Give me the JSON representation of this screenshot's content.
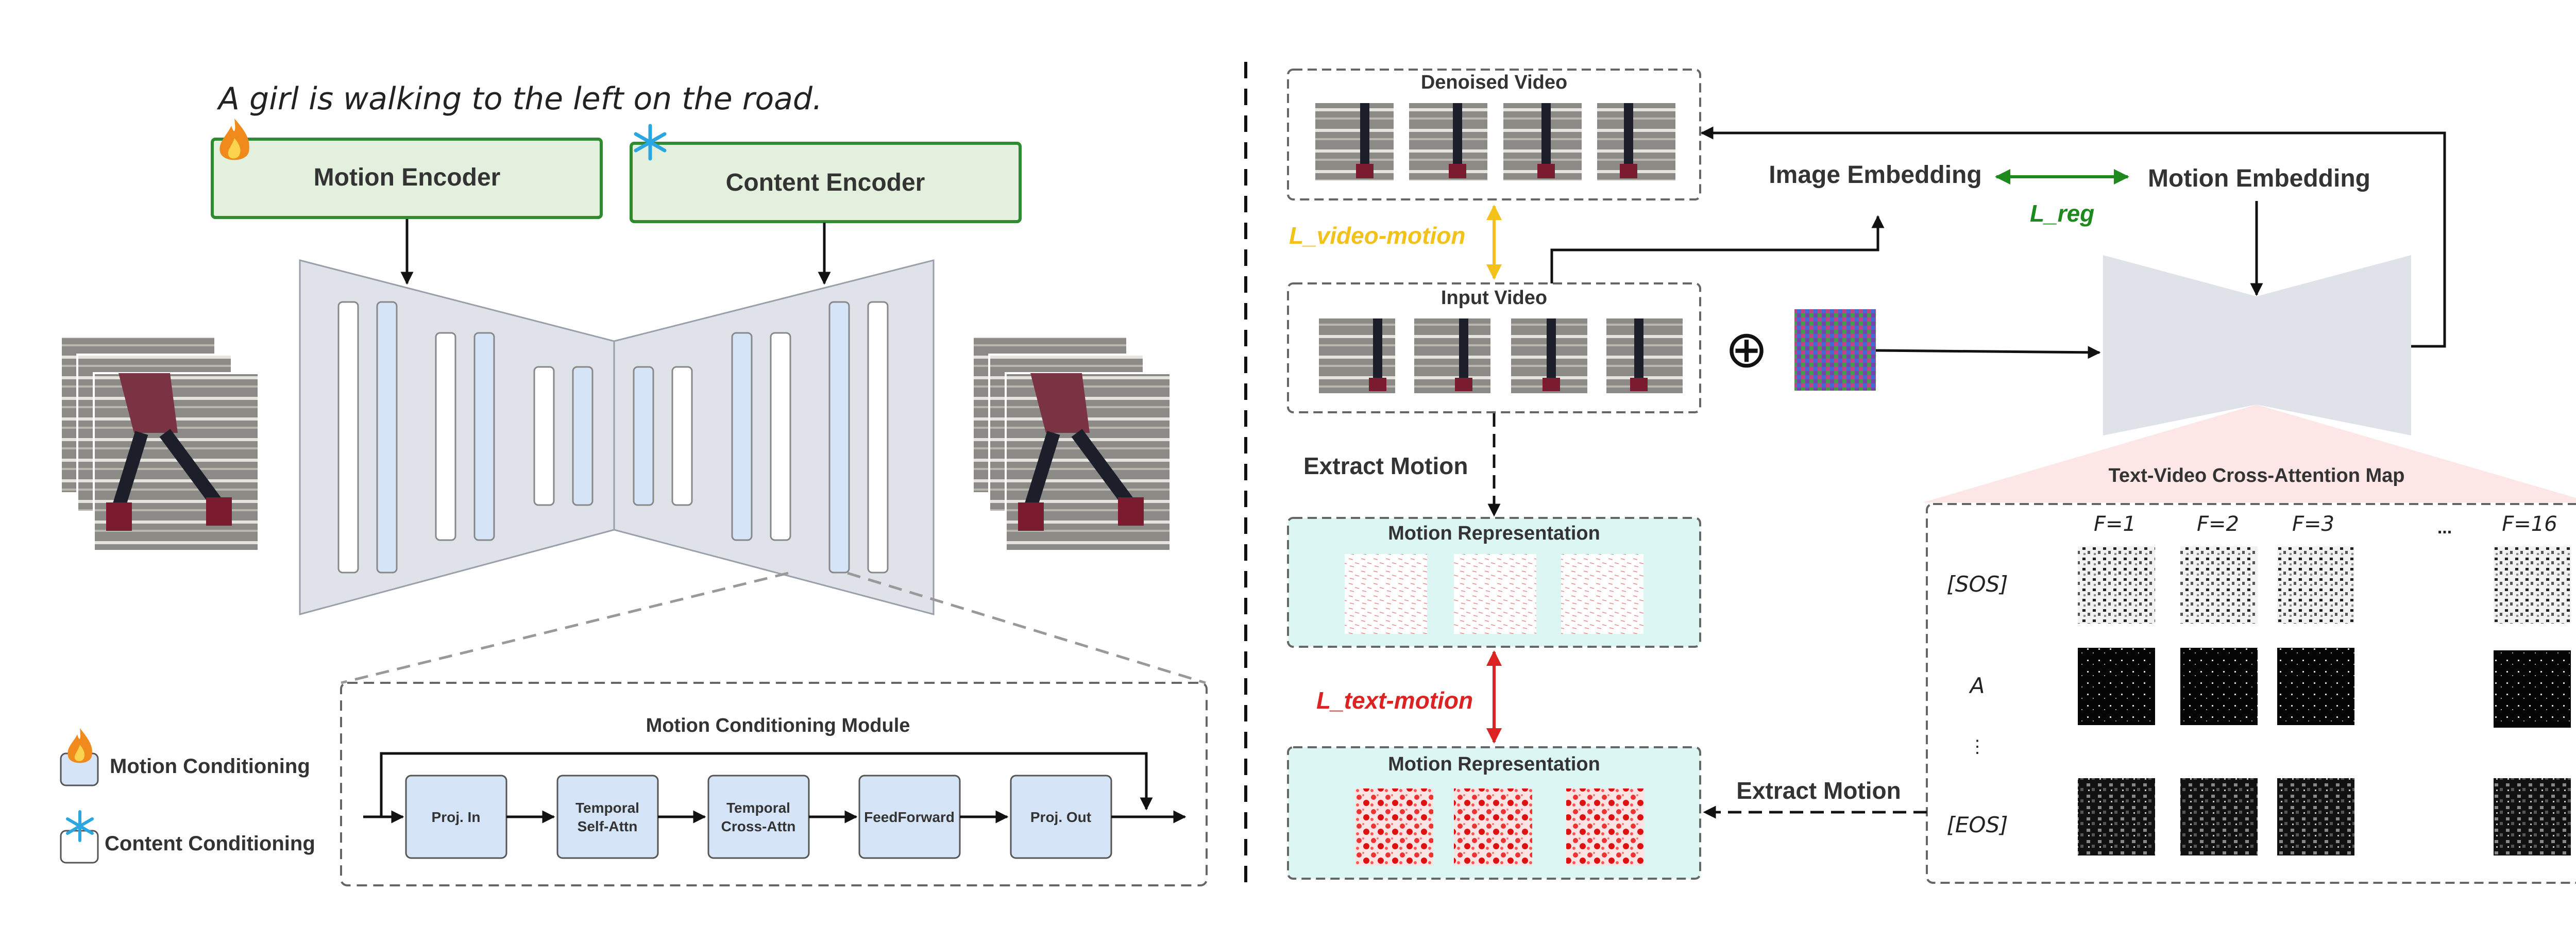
{
  "caption": "A girl is walking to the left on the road.",
  "left": {
    "motion_encoder": "Motion Encoder",
    "content_encoder": "Content Encoder",
    "module_title": "Motion Conditioning Module",
    "module_blocks": [
      {
        "line1": "Proj. In",
        "line2": ""
      },
      {
        "line1": "Temporal",
        "line2": "Self-Attn"
      },
      {
        "line1": "Temporal",
        "line2": "Cross-Attn"
      },
      {
        "line1": "FeedForward",
        "line2": ""
      },
      {
        "line1": "Proj. Out",
        "line2": ""
      }
    ],
    "legend": {
      "motion": "Motion Conditioning",
      "content": "Content Conditioning"
    }
  },
  "right": {
    "denoised_video": "Denoised Video",
    "input_video": "Input Video",
    "loss_video_motion": "L_video-motion",
    "extract_motion_1": "Extract Motion",
    "motion_rep_1": "Motion Representation",
    "loss_text_motion": "L_text-motion",
    "motion_rep_2": "Motion Representation",
    "extract_motion_2": "Extract Motion",
    "image_embedding": "Image Embedding",
    "motion_embedding": "Motion Embedding",
    "loss_reg": "L_reg",
    "plus_symbol": "⊕",
    "attn_map": {
      "title": "Text-Video Cross-Attention Map",
      "frame_labels": [
        "F=1",
        "F=2",
        "F=3",
        "...",
        "F=16"
      ],
      "token_labels": [
        "[SOS]",
        "A",
        "⋮",
        "[EOS]"
      ]
    }
  },
  "colors": {
    "encoder_fill": "#e4f0de",
    "encoder_border": "#2e8b2e",
    "unet_fill": "#dfe2e8",
    "block_blue": "#d5e4f7",
    "teal_box": "#dcf7f3",
    "loss_yellow": "#f2c21b",
    "loss_red": "#dd2222",
    "loss_green": "#1e8a1e",
    "fan_pink": "#fce6e6"
  }
}
